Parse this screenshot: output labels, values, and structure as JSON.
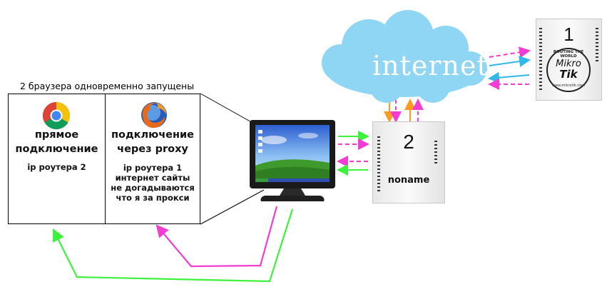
{
  "caption": "2 браузера одновременно запущены",
  "panels": {
    "direct": {
      "title_line1": "прямое",
      "title_line2": "подключение",
      "note": "ip роутера 2",
      "browser_icon": "chrome-icon"
    },
    "proxy": {
      "title_line1": "подключение",
      "title_line2": "через proxy",
      "note_lines": [
        "ip роутера 1",
        "интернет сайты",
        "не догадываются",
        "что я за прокси"
      ],
      "browser_icon": "firefox-icon"
    }
  },
  "cloud": {
    "label": "internet"
  },
  "router1": {
    "number": "1",
    "brand_top": "ROUTING THE WORLD",
    "brand_line1": "Mikro",
    "brand_line2": "Tik",
    "site": "www.mikrotik.com"
  },
  "router2": {
    "number": "2",
    "label": "noname"
  },
  "colors": {
    "green": "#3cf23c",
    "magenta": "#f23cd2",
    "cyan": "#2fb8e8",
    "orange": "#ff9a1e",
    "cloud": "#8fd6f5"
  }
}
